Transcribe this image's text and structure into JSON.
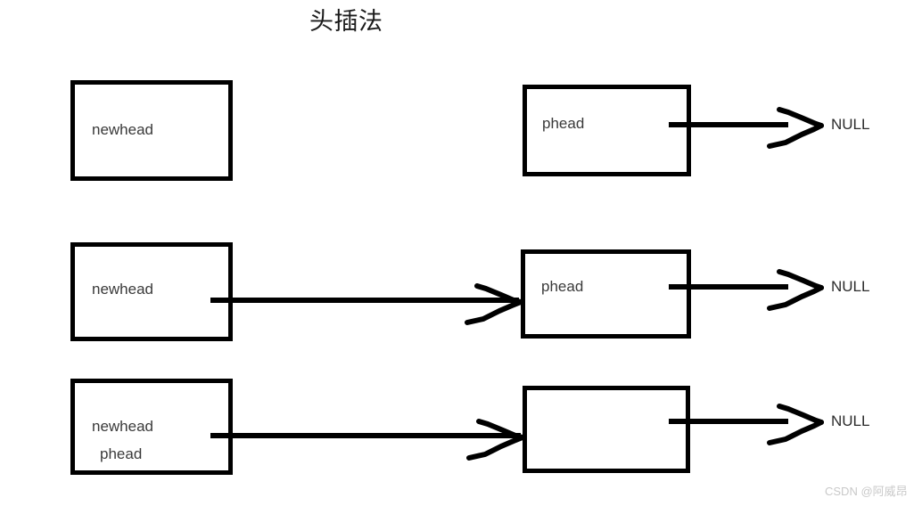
{
  "title": "头插法",
  "watermark": "CSDN @阿威昂",
  "colors": {
    "stroke": "#000000",
    "text": "#3a3a3a",
    "title": "#1b1b1b",
    "watermark": "#c9c9c9",
    "background": "#ffffff"
  },
  "rows": [
    {
      "id": "step-1",
      "left_box": {
        "label": "newhead",
        "label2": ""
      },
      "right_box": {
        "label": "phead",
        "label2": ""
      },
      "null_label": "NULL",
      "has_connecting_arrow": false,
      "has_null_arrow": true
    },
    {
      "id": "step-2",
      "left_box": {
        "label": "newhead",
        "label2": ""
      },
      "right_box": {
        "label": "phead",
        "label2": ""
      },
      "null_label": "NULL",
      "has_connecting_arrow": true,
      "has_null_arrow": true
    },
    {
      "id": "step-3",
      "left_box": {
        "label": "newhead",
        "label2": "phead"
      },
      "right_box": {
        "label": "",
        "label2": ""
      },
      "null_label": "NULL",
      "has_connecting_arrow": true,
      "has_null_arrow": true
    }
  ]
}
